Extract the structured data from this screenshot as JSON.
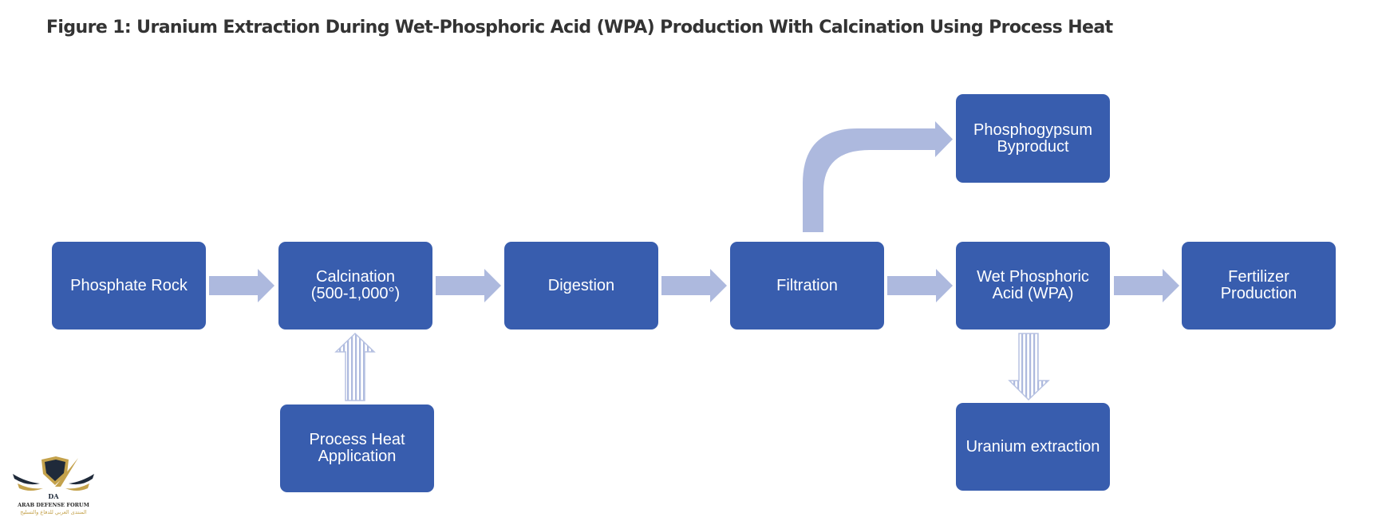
{
  "figure": {
    "title": "Figure 1: Uranium Extraction During Wet-Phosphoric Acid (WPA) Production With Calcination Using Process Heat"
  },
  "colors": {
    "box_fill": "#385dae",
    "box_text": "#ffffff",
    "arrow_fill": "#adb9de",
    "title_text": "#333333"
  },
  "nodes": {
    "phosphate_rock": "Phosphate Rock",
    "calcination": "Calcination\n(500-1,000°)",
    "digestion": "Digestion",
    "filtration": "Filtration",
    "wpa": "Wet Phosphoric\nAcid (WPA)",
    "fertilizer": "Fertilizer\nProduction",
    "phosphogypsum": "Phosphogypsum\nByproduct",
    "process_heat": "Process Heat\nApplication",
    "uranium": "Uranium extraction"
  },
  "edges": [
    {
      "from": "Phosphate Rock",
      "to": "Calcination",
      "style": "solid"
    },
    {
      "from": "Calcination",
      "to": "Digestion",
      "style": "solid"
    },
    {
      "from": "Digestion",
      "to": "Filtration",
      "style": "solid"
    },
    {
      "from": "Filtration",
      "to": "Wet Phosphoric Acid (WPA)",
      "style": "solid"
    },
    {
      "from": "Wet Phosphoric Acid (WPA)",
      "to": "Fertilizer Production",
      "style": "solid"
    },
    {
      "from": "Filtration",
      "to": "Phosphogypsum Byproduct",
      "style": "curved"
    },
    {
      "from": "Process Heat Application",
      "to": "Calcination",
      "style": "striped"
    },
    {
      "from": "Wet Phosphoric Acid (WPA)",
      "to": "Uranium extraction",
      "style": "striped"
    }
  ],
  "watermark": {
    "monogram": "DA",
    "name": "ARAB DEFENSE FORUM",
    "name_arabic": "المنتدى العربي للدفاع والتسليح"
  }
}
